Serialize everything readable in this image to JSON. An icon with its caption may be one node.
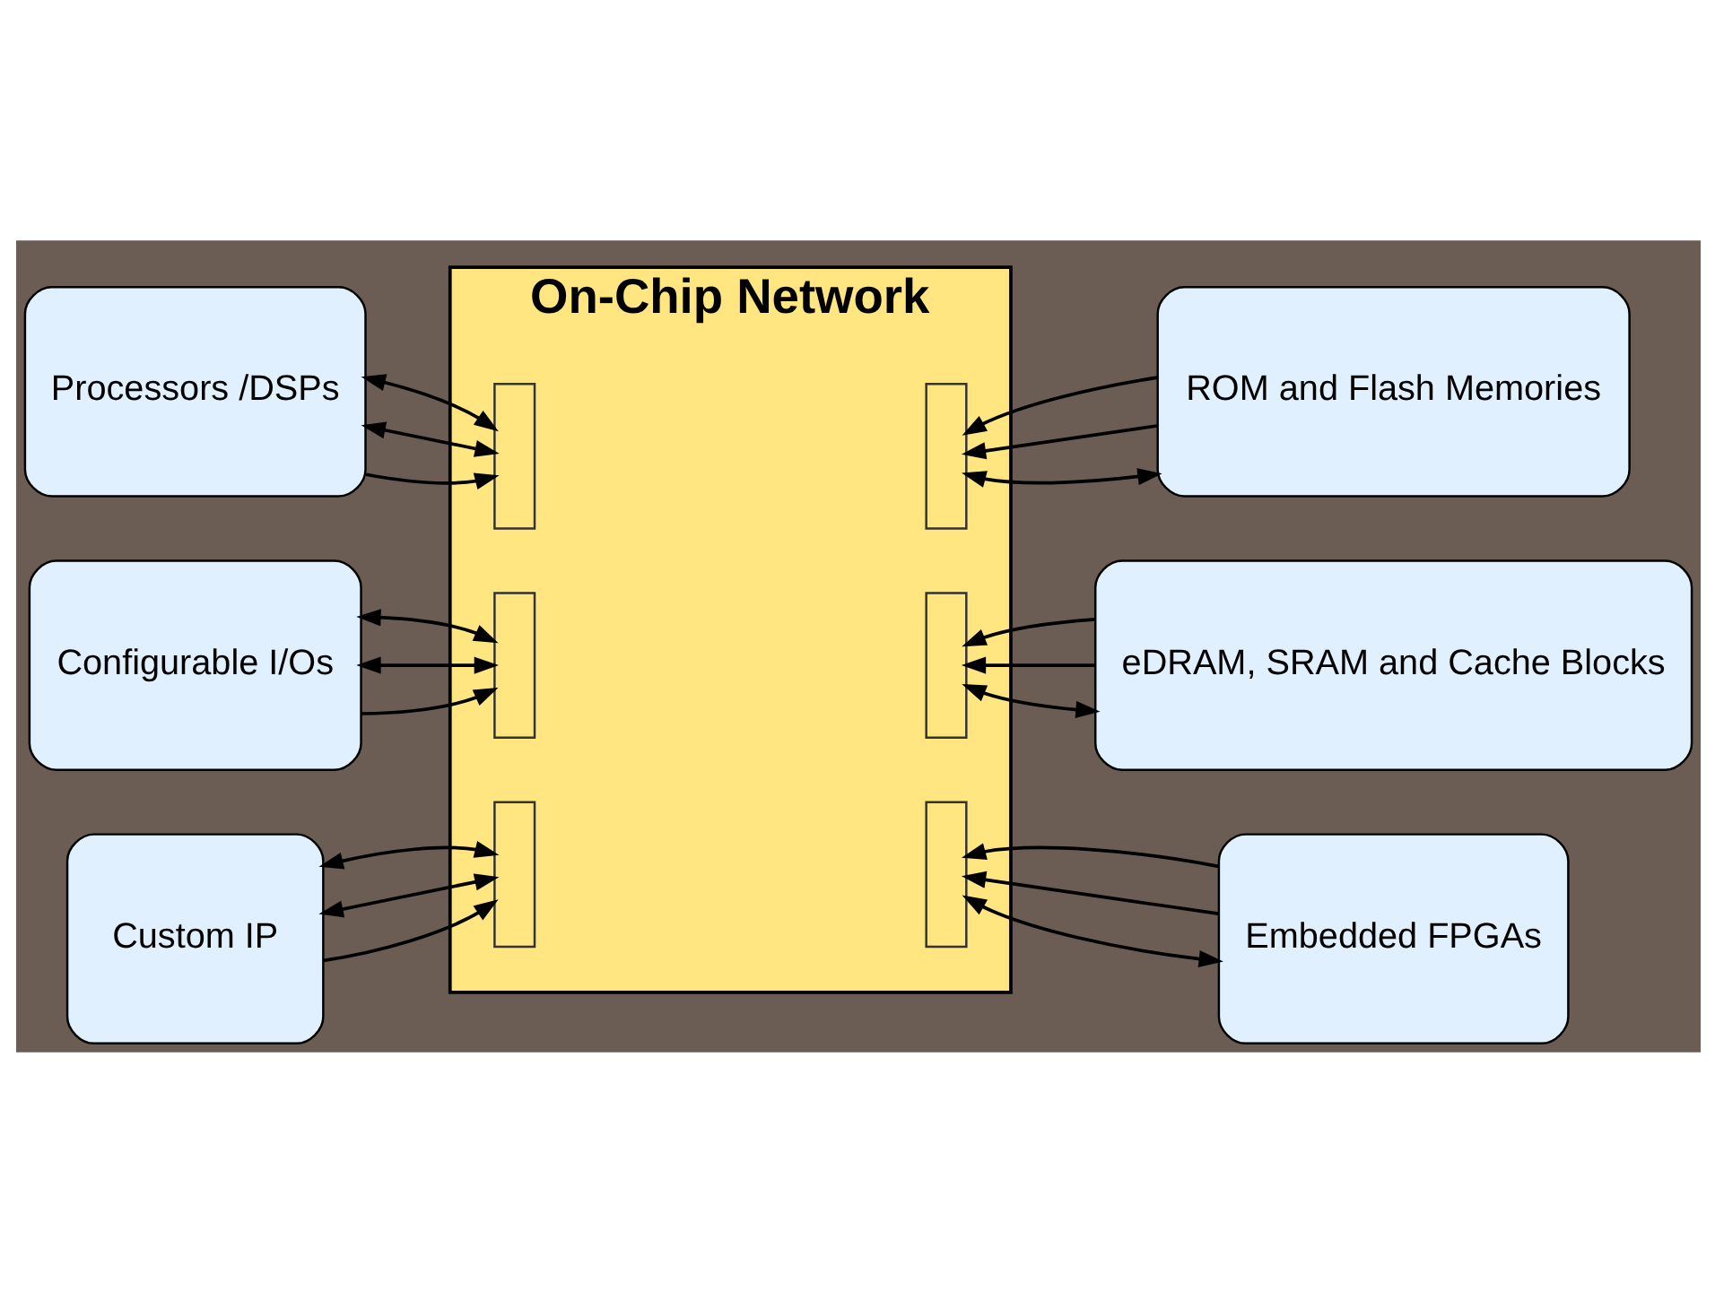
{
  "diagram": {
    "nodes": [
      {
        "text": [
          "Processors /DSPs"
        ]
      },
      {
        "text": [
          "Configurable I/Os"
        ]
      },
      {
        "text": [
          "Custom IP"
        ]
      },
      {
        "text": [
          "On-Chip Network"
        ]
      },
      {
        "text": [],
        "shape": "box",
        "in": 3
      },
      {
        "text": [],
        "shape": "box",
        "in": 3
      },
      {
        "text": [],
        "shape": "box",
        "in": 3
      },
      {
        "text": [],
        "shape": "box",
        "in": 3
      },
      {
        "text": [],
        "shape": "box",
        "in": 3
      },
      {
        "text": [],
        "shape": "box",
        "in": 3
      },
      {
        "text": [
          "ROM and Flash Memories"
        ]
      },
      {
        "text": [
          "eDRAM, SRAM and Cache Blocks"
        ]
      },
      {
        "text": [
          "Embedded FPGAs"
        ]
      }
    ],
    "edges": [
      {
        "from": 0,
        "to": 4,
        "arrow": "to"
      },
      {
        "from": 0,
        "to": 4,
        "arrow": "both"
      },
      {
        "from": 0,
        "to": 4,
        "arrow": "both"
      },
      {
        "from": 1,
        "to": 5,
        "arrow": "to"
      },
      {
        "from": 1,
        "to": 5,
        "arrow": "both"
      },
      {
        "from": 1,
        "to": 5,
        "arrow": "both"
      },
      {
        "from": 2,
        "to": 6,
        "arrow": "to"
      },
      {
        "from": 2,
        "to": 6,
        "arrow": "both"
      },
      {
        "from": 2,
        "to": 6,
        "arrow": "both"
      },
      {
        "from": 10,
        "to": 7,
        "arrow": "both"
      },
      {
        "from": 10,
        "to": 7,
        "arrow": "to"
      },
      {
        "from": 10,
        "to": 7,
        "arrow": "to"
      },
      {
        "from": 11,
        "to": 8,
        "arrow": "both"
      },
      {
        "from": 11,
        "to": 8,
        "arrow": "to"
      },
      {
        "from": 11,
        "to": 8,
        "arrow": "to"
      },
      {
        "from": 12,
        "to": 9,
        "arrow": "both"
      },
      {
        "from": 12,
        "to": 9,
        "arrow": "to"
      },
      {
        "from": 12,
        "to": 9,
        "arrow": "to"
      }
    ]
  }
}
